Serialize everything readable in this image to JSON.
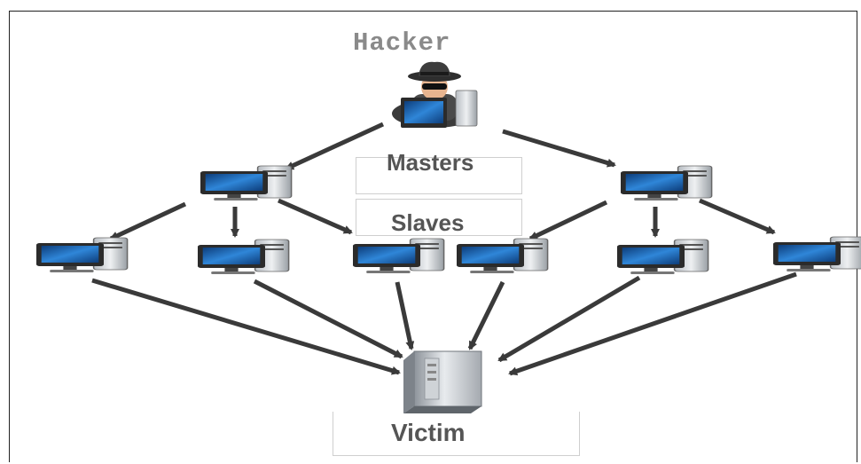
{
  "labels": {
    "hacker": "Hacker",
    "masters": "Masters",
    "slaves": "Slaves",
    "victim": "Victim"
  },
  "icons": {
    "hacker": "hacker-with-computer-icon",
    "master": "desktop-computer-icon",
    "slave": "desktop-computer-icon",
    "victim": "server-tower-icon"
  },
  "colors": {
    "arrow": "#3a3a3a",
    "label": "#555555",
    "hacker_label": "#8a8a8a",
    "screen": "#1f6fc4"
  }
}
